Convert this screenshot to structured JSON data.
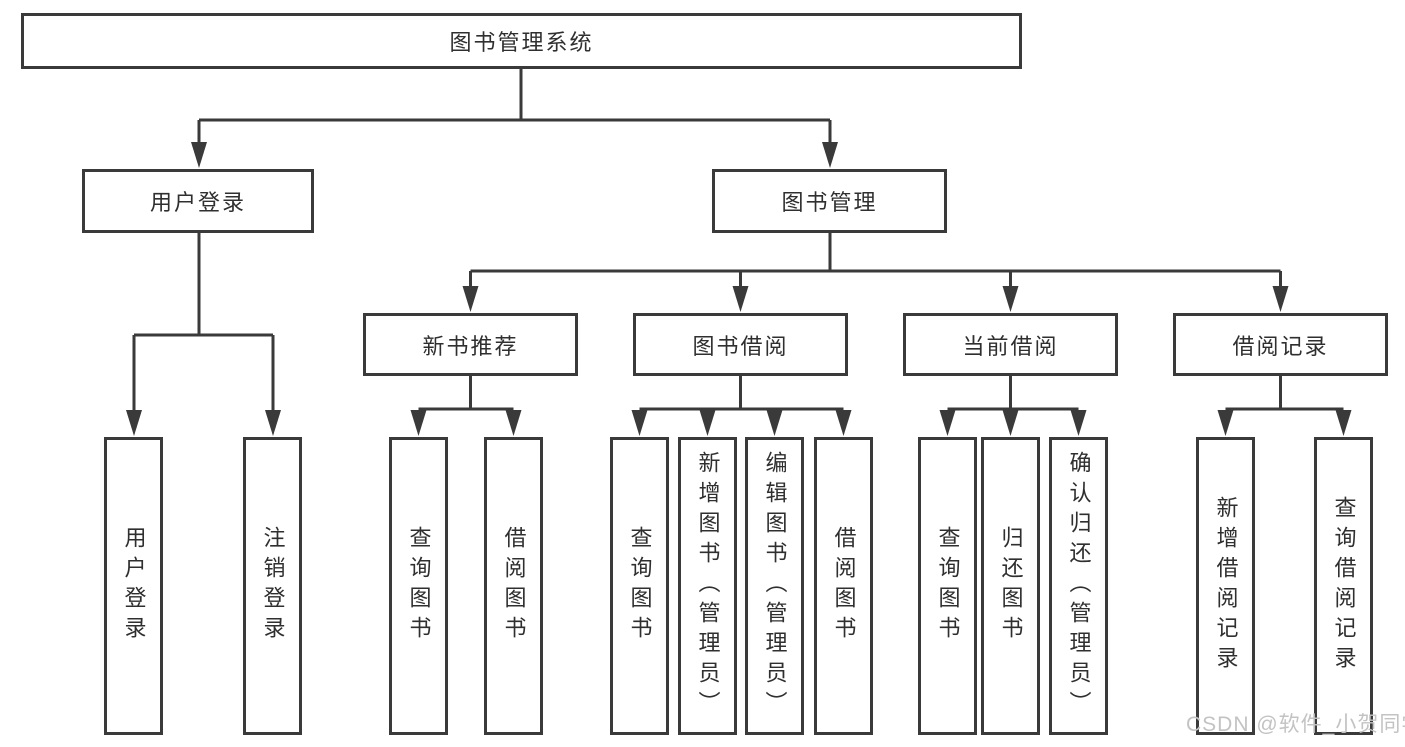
{
  "diagram": {
    "tree": {
      "label": "图书管理系统",
      "children": [
        {
          "label": "用户登录",
          "children": [
            {
              "label": "用户登录"
            },
            {
              "label": "注销登录"
            }
          ]
        },
        {
          "label": "图书管理",
          "children": [
            {
              "label": "新书推荐",
              "children": [
                {
                  "label": "查询图书"
                },
                {
                  "label": "借阅图书"
                }
              ]
            },
            {
              "label": "图书借阅",
              "children": [
                {
                  "label": "查询图书"
                },
                {
                  "label": "新增图书（管理员）"
                },
                {
                  "label": "编辑图书（管理员）"
                },
                {
                  "label": "借阅图书"
                }
              ]
            },
            {
              "label": "当前借阅",
              "children": [
                {
                  "label": "查询图书"
                },
                {
                  "label": "归还图书"
                },
                {
                  "label": "确认归还（管理员）"
                }
              ]
            },
            {
              "label": "借阅记录",
              "children": [
                {
                  "label": "新增借阅记录"
                },
                {
                  "label": "查询借阅记录"
                }
              ]
            }
          ]
        }
      ]
    },
    "watermark": "CSDN @软件_小贺同学",
    "colors": {
      "line": "#3a3a3a",
      "box_border": "#3a3a3a",
      "text": "#2f2f2f",
      "watermark": "#c3c3c3",
      "background": "#ffffff"
    }
  }
}
